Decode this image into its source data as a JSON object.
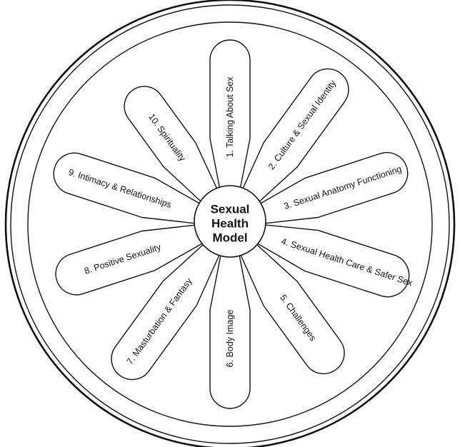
{
  "center": {
    "lines": [
      "Sexual",
      "Health",
      "Model"
    ]
  },
  "components": [
    {
      "id": "1",
      "label": "1. Talking About Sex"
    },
    {
      "id": "2",
      "label": "2. Culture & Sexual Identity"
    },
    {
      "id": "3",
      "label": "3. Sexual Anatomy Functioning"
    },
    {
      "id": "4",
      "label": "4. Sexual Health Care & Safer Sex"
    },
    {
      "id": "5",
      "label": "5. Challenges"
    },
    {
      "id": "6",
      "label": "6. Body Image"
    },
    {
      "id": "7",
      "label": "7. Masturbation & Fantasy"
    },
    {
      "id": "8",
      "label": "8. Positive Sexuality"
    },
    {
      "id": "9",
      "label": "9. Intimacy & Relationships"
    },
    {
      "id": "10",
      "label": "10. Spirituality"
    }
  ],
  "colors": {
    "stroke": "#111111",
    "background": "#ffffff"
  }
}
